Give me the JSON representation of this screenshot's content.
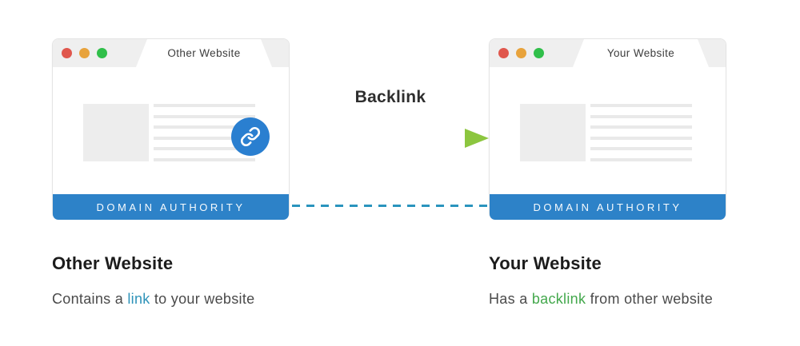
{
  "left_window": {
    "tab_label": "Other Website",
    "footer_label": "DOMAIN AUTHORITY"
  },
  "right_window": {
    "tab_label": "Your Website",
    "footer_label": "DOMAIN AUTHORITY"
  },
  "connector": {
    "arrow_label": "Backlink"
  },
  "captions": {
    "left": {
      "title": "Other Website",
      "desc_before": "Contains a ",
      "desc_highlight": "link",
      "desc_after": " to your website"
    },
    "right": {
      "title": "Your Website",
      "desc_before": "Has a ",
      "desc_highlight": "backlink",
      "desc_after": " from other website"
    }
  },
  "icons": {
    "traffic_lights": [
      "red-dot",
      "orange-dot",
      "green-dot"
    ],
    "link_badge": "chain-link-icon",
    "arrow": "gradient-arrow-right"
  },
  "colors": {
    "bar-blue": "#2d82c8",
    "badge-blue": "#2a7fd0",
    "arrow-blue": "#1e78c8",
    "arrow-green": "#8cc63f",
    "dash-teal": "#2a94bd",
    "link-text": "#2e93b9",
    "backlink-text": "#43a84c",
    "dot-red": "#e0574d",
    "dot-orange": "#e8a33c",
    "dot-green": "#30bf4a",
    "header-gray": "#efefef"
  }
}
